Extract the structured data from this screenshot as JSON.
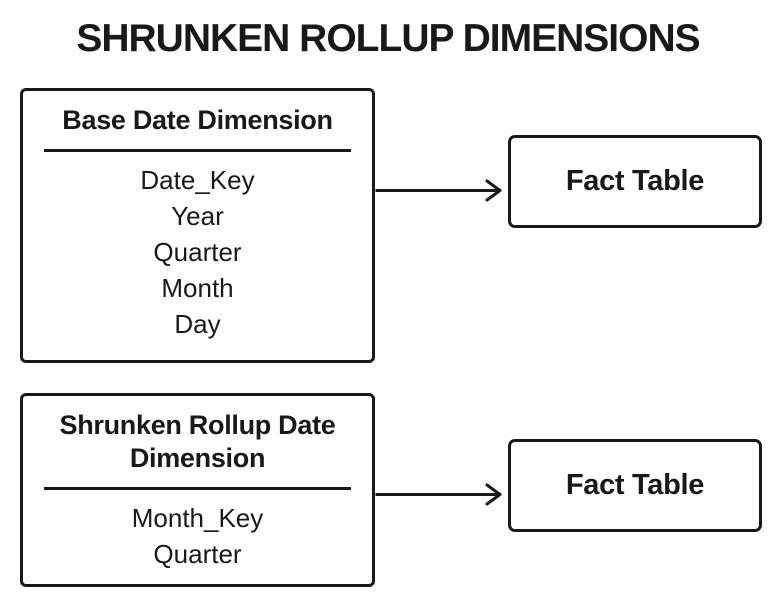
{
  "title": "SHRUNKEN ROLLUP DIMENSIONS",
  "colors": {
    "ink": "#191919",
    "background": "#ffffff"
  },
  "rows": [
    {
      "dimension": {
        "name": "Base Date Dimension",
        "fields": [
          "Date_Key",
          "Year",
          "Quarter",
          "Month",
          "Day"
        ]
      },
      "fact": "Fact Table"
    },
    {
      "dimension": {
        "name": "Shrunken Rollup Date Dimension",
        "fields": [
          "Month_Key",
          "Quarter"
        ]
      },
      "fact": "Fact Table"
    }
  ]
}
